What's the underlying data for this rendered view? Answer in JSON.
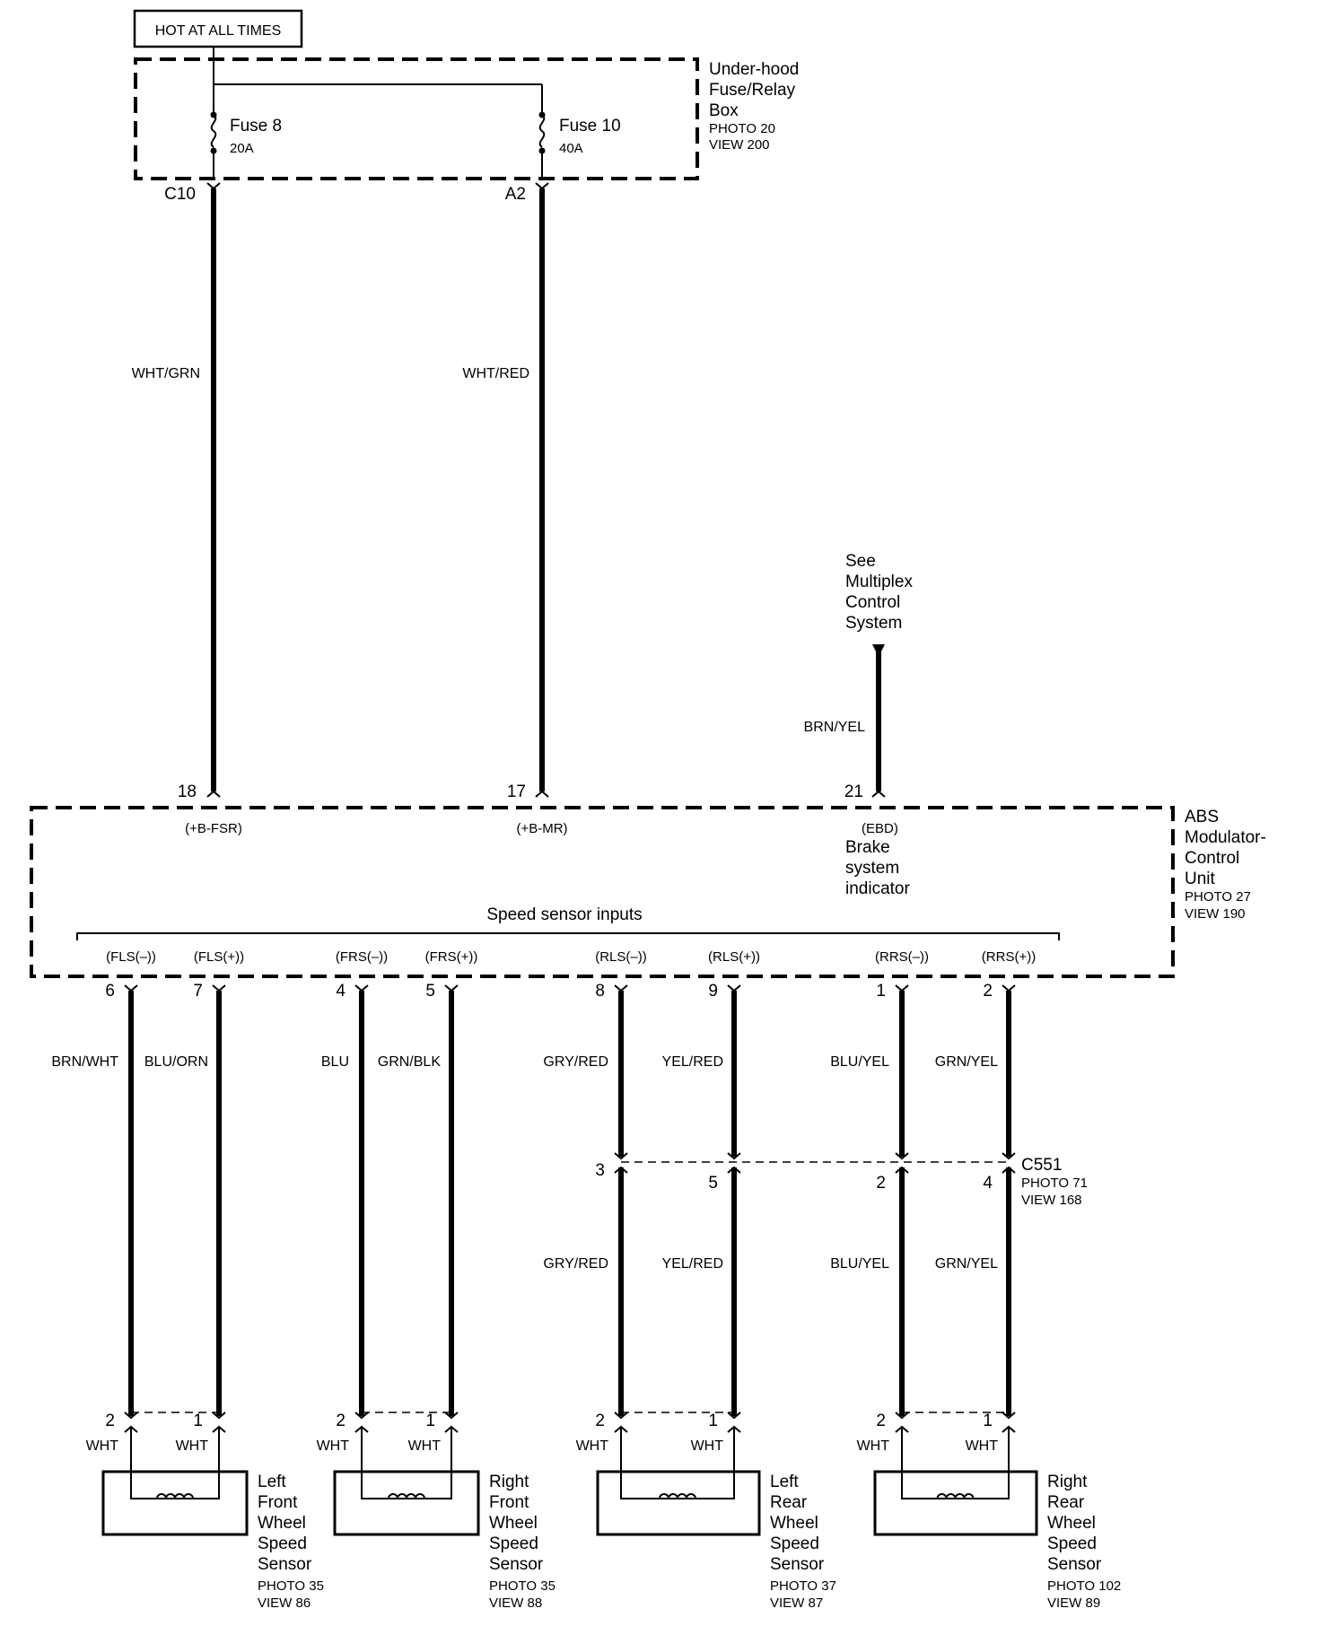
{
  "hot_label": "HOT AT ALL TIMES",
  "fuse_box": {
    "lines": [
      "Under-hood",
      "Fuse/Relay",
      "Box"
    ],
    "photo": "PHOTO 20",
    "view": "VIEW 200",
    "fuse8": {
      "name": "Fuse 8",
      "rating": "20A",
      "terminal": "C10"
    },
    "fuse10": {
      "name": "Fuse 10",
      "rating": "40A",
      "terminal": "A2"
    }
  },
  "feed_wires": [
    {
      "color": "WHT/GRN",
      "pin": "18",
      "signal": "(+B-FSR)"
    },
    {
      "color": "WHT/RED",
      "pin": "17",
      "signal": "(+B-MR)"
    }
  ],
  "multiplex": {
    "lines": [
      "See",
      "Multiplex",
      "Control",
      "System"
    ],
    "wire_color": "BRN/YEL",
    "pin": "21",
    "signal": "(EBD)",
    "function_lines": [
      "Brake",
      "system",
      "indicator"
    ]
  },
  "abs_unit": {
    "lines": [
      "ABS",
      "Modulator-",
      "Control",
      "Unit"
    ],
    "photo": "PHOTO 27",
    "view": "VIEW 190",
    "group_label": "Speed sensor inputs"
  },
  "sensor_pins": [
    {
      "signal": "(FLS(–))",
      "pin": "6",
      "color": "BRN/WHT"
    },
    {
      "signal": "(FLS(+))",
      "pin": "7",
      "color": "BLU/ORN"
    },
    {
      "signal": "(FRS(–))",
      "pin": "4",
      "color": "BLU"
    },
    {
      "signal": "(FRS(+))",
      "pin": "5",
      "color": "GRN/BLK"
    },
    {
      "signal": "(RLS(–))",
      "pin": "8",
      "color": "GRY/RED"
    },
    {
      "signal": "(RLS(+))",
      "pin": "9",
      "color": "YEL/RED"
    },
    {
      "signal": "(RRS(–))",
      "pin": "1",
      "color": "BLU/YEL"
    },
    {
      "signal": "(RRS(+))",
      "pin": "2",
      "color": "GRN/YEL"
    }
  ],
  "connector_c551": {
    "name": "C551",
    "photo": "PHOTO 71",
    "view": "VIEW 168",
    "pins": [
      "3",
      "5",
      "2",
      "4"
    ],
    "colors": [
      "GRY/RED",
      "YEL/RED",
      "BLU/YEL",
      "GRN/YEL"
    ]
  },
  "sensors": [
    {
      "lines": [
        "Left",
        "Front",
        "Wheel",
        "Speed",
        "Sensor"
      ],
      "photo": "PHOTO 35",
      "view": "VIEW 86",
      "pin_a": "2",
      "pin_b": "1",
      "color_a": "WHT",
      "color_b": "WHT"
    },
    {
      "lines": [
        "Right",
        "Front",
        "Wheel",
        "Speed",
        "Sensor"
      ],
      "photo": "PHOTO 35",
      "view": "VIEW 88",
      "pin_a": "2",
      "pin_b": "1",
      "color_a": "WHT",
      "color_b": "WHT"
    },
    {
      "lines": [
        "Left",
        "Rear",
        "Wheel",
        "Speed",
        "Sensor"
      ],
      "photo": "PHOTO 37",
      "view": "VIEW 87",
      "pin_a": "2",
      "pin_b": "1",
      "color_a": "WHT",
      "color_b": "WHT"
    },
    {
      "lines": [
        "Right",
        "Rear",
        "Wheel",
        "Speed",
        "Sensor"
      ],
      "photo": "PHOTO 102",
      "view": "VIEW 89",
      "pin_a": "2",
      "pin_b": "1",
      "color_a": "WHT",
      "color_b": "WHT"
    }
  ]
}
